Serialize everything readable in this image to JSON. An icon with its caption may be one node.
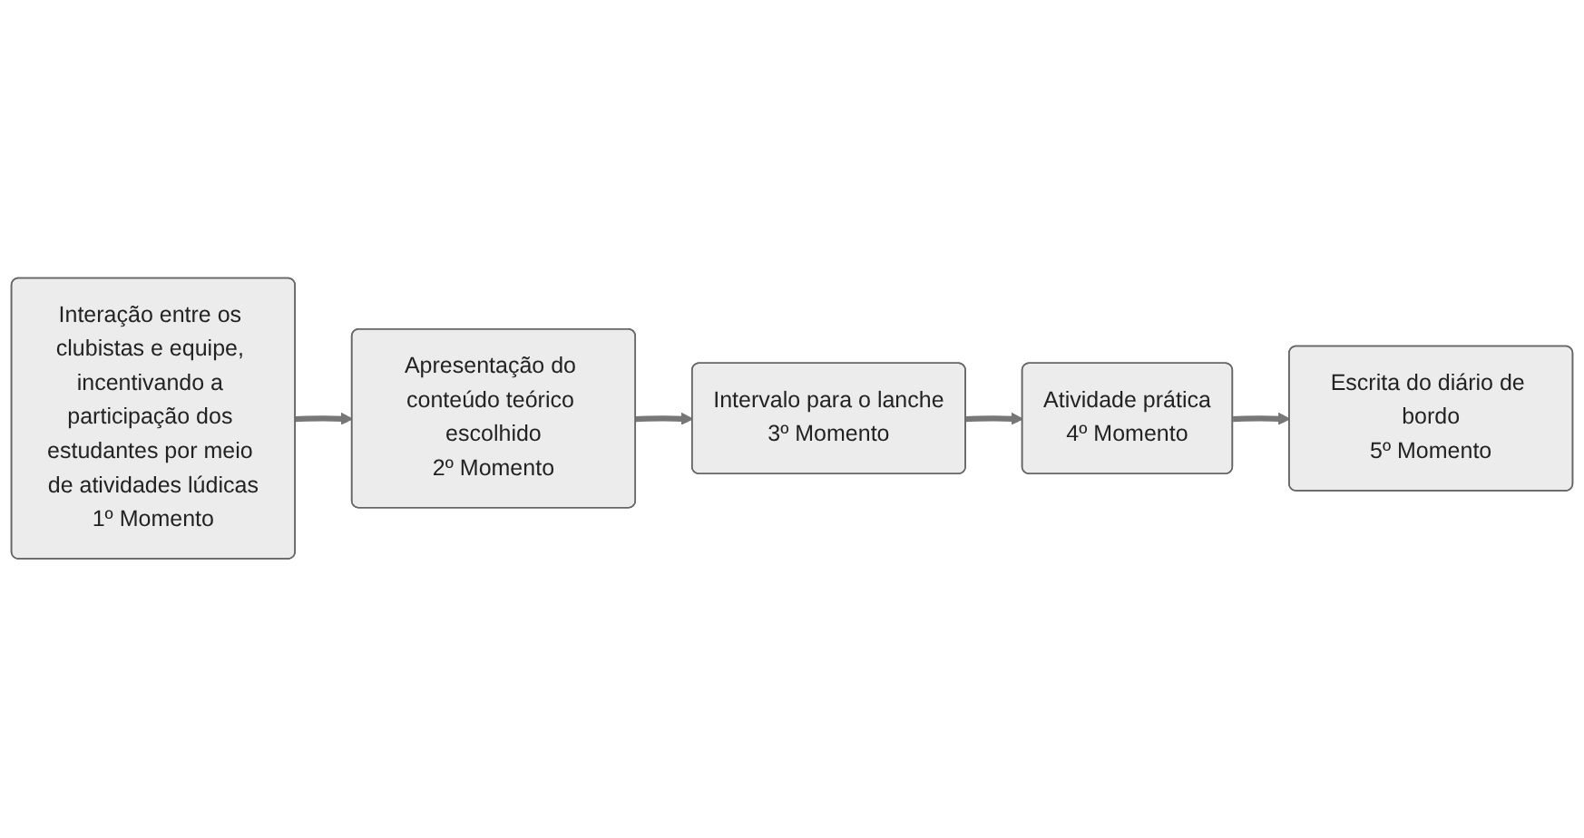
{
  "diagram": {
    "nodes": [
      {
        "text": [
          "Interação entre os clubistas e equipe, incentivando a participação dos estudantes por meio de atividades lúdicas",
          "1º Momento"
        ]
      },
      {
        "text": [
          "Apresentação do conteúdo teórico escolhido",
          "2º Momento"
        ]
      },
      {
        "text": [
          "Intervalo para o lanche",
          "3º Momento"
        ]
      },
      {
        "text": [
          "Atividade prática",
          "4º Momento"
        ]
      },
      {
        "text": [
          "Escrita do diário de bordo",
          "5º Momento"
        ]
      }
    ],
    "edges": [
      {
        "from": 0,
        "to": 1,
        "arrow": "to"
      },
      {
        "from": 1,
        "to": 2,
        "arrow": "to"
      },
      {
        "from": 2,
        "to": 3,
        "arrow": "to"
      },
      {
        "from": 3,
        "to": 4,
        "arrow": "to"
      }
    ]
  }
}
